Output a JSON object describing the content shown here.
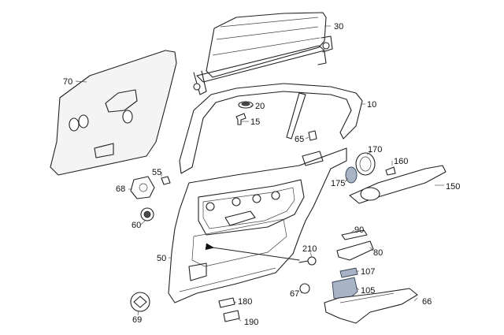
{
  "callouts": {
    "c30": "30",
    "c70": "70",
    "c10": "10",
    "c20": "20",
    "c15": "15",
    "c65": "65",
    "c170": "170",
    "c160": "160",
    "c175": "175",
    "c150": "150",
    "c55": "55",
    "c68": "68",
    "c60": "60",
    "c50": "50",
    "c210": "210",
    "c90": "90",
    "c80": "80",
    "c107": "107",
    "c105": "105",
    "c67": "67",
    "c66": "66",
    "c180": "180",
    "c190": "190",
    "c69": "69"
  },
  "colors": {
    "line": "#222222",
    "part_fill": "#f4f4f4",
    "highlight_part": "#a8b4c6",
    "arrow": "#111111"
  }
}
